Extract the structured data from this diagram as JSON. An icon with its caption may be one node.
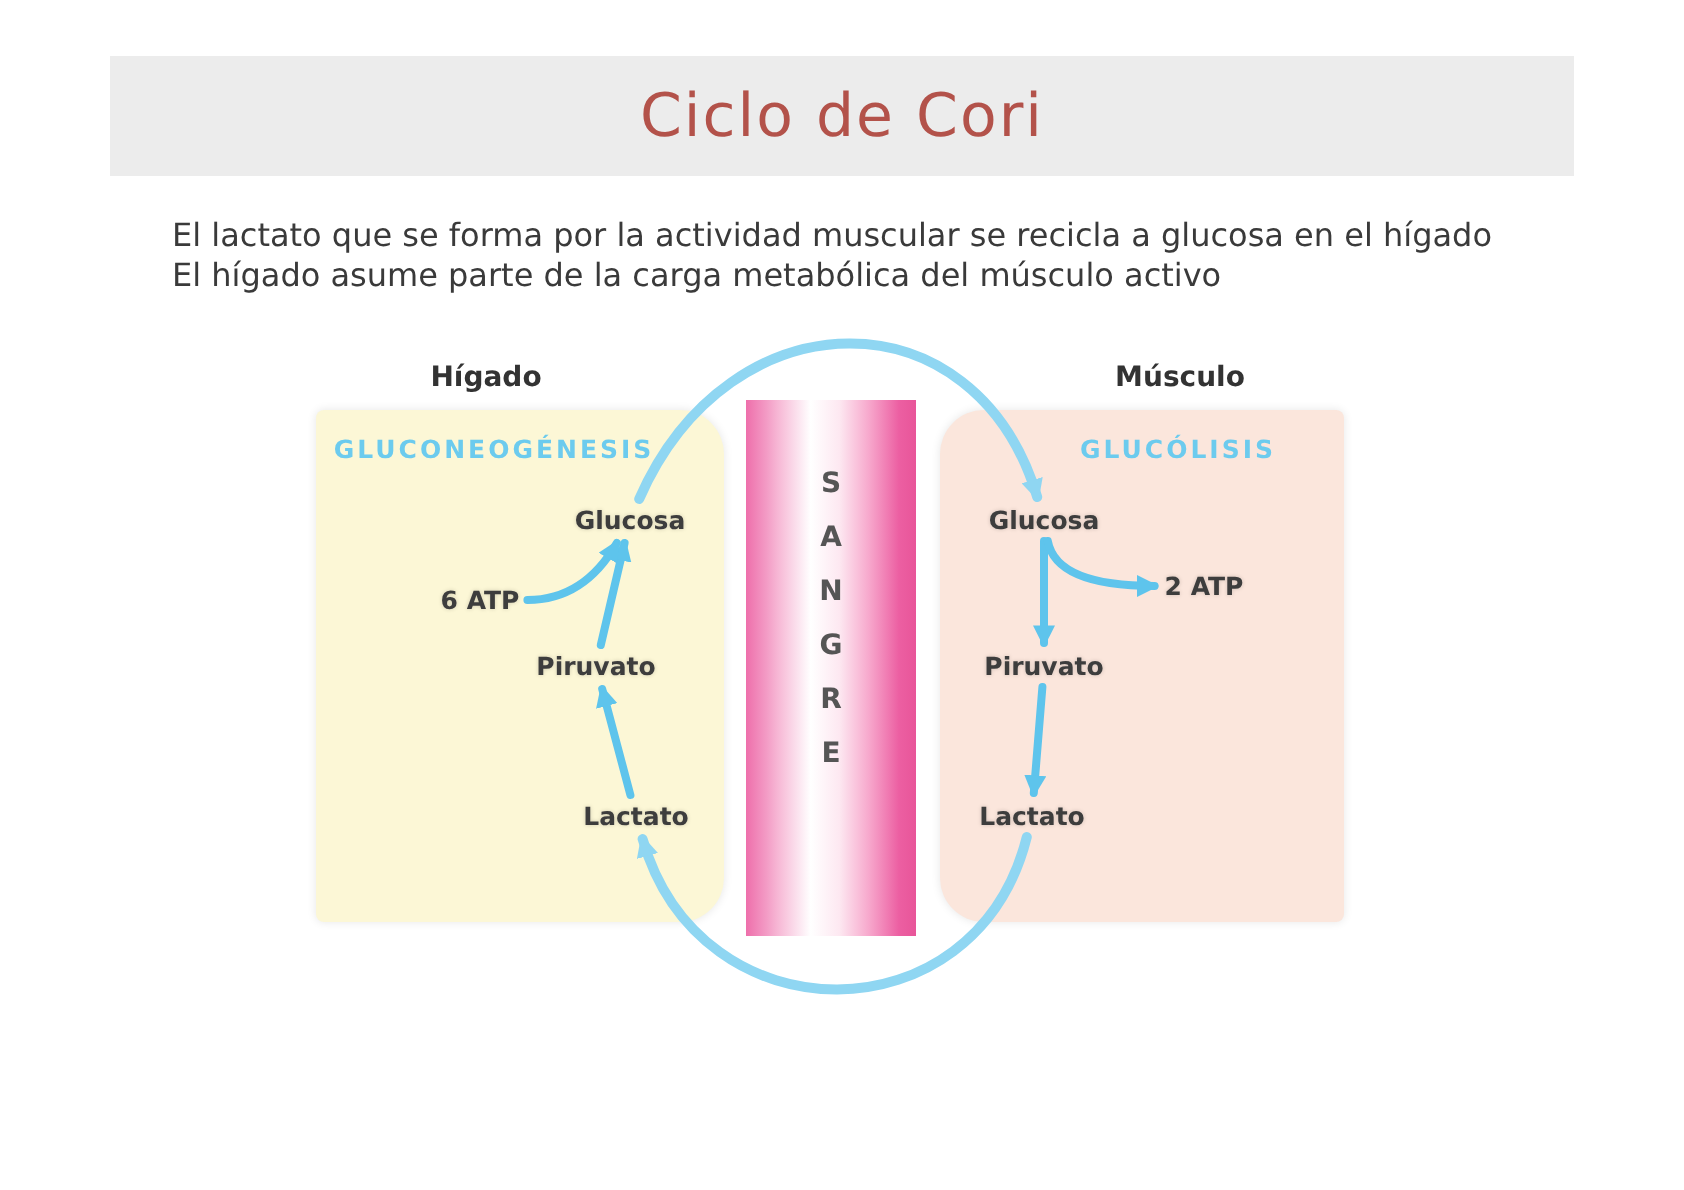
{
  "diagram": {
    "title": "Ciclo de Cori",
    "nodes": [
      {
        "text": [
          "Hígado",
          "GLUCONEOGÉNESIS"
        ]
      },
      {
        "text": [
          "Glucosa"
        ],
        "in": 0
      },
      {
        "text": [
          "6 ATP"
        ],
        "in": 0
      },
      {
        "text": [
          "Piruvato"
        ],
        "in": 0
      },
      {
        "text": [
          "Lactato"
        ],
        "in": 0
      },
      {
        "text": [
          "SANGRE"
        ]
      },
      {
        "text": [
          "Músculo",
          "GLUCÓLISIS"
        ]
      },
      {
        "text": [
          "Glucosa"
        ],
        "in": 6
      },
      {
        "text": [
          "2 ATP"
        ],
        "in": 6
      },
      {
        "text": [
          "Piruvato"
        ],
        "in": 6
      },
      {
        "text": [
          "Lactato"
        ],
        "in": 6
      }
    ],
    "edges": [
      {
        "from": 4,
        "to": 3,
        "arrow": "to"
      },
      {
        "from": 3,
        "to": 1,
        "arrow": "to"
      },
      {
        "from": 2,
        "to": 1,
        "arrow": "to"
      },
      {
        "from": 1,
        "to": 7,
        "arrow": "to",
        "color": "#8fd6f2"
      },
      {
        "from": 7,
        "to": 9,
        "arrow": "to"
      },
      {
        "from": 7,
        "to": 8,
        "arrow": "to"
      },
      {
        "from": 9,
        "to": 10,
        "arrow": "to"
      },
      {
        "from": 10,
        "to": 4,
        "arrow": "to",
        "color": "#8fd6f2"
      }
    ],
    "labels": [
      "El lactato que se forma por la actividad muscular se recicla a glucosa en el hígado",
      "El hígado asume parte de la carga metabólica del músculo activo"
    ]
  }
}
